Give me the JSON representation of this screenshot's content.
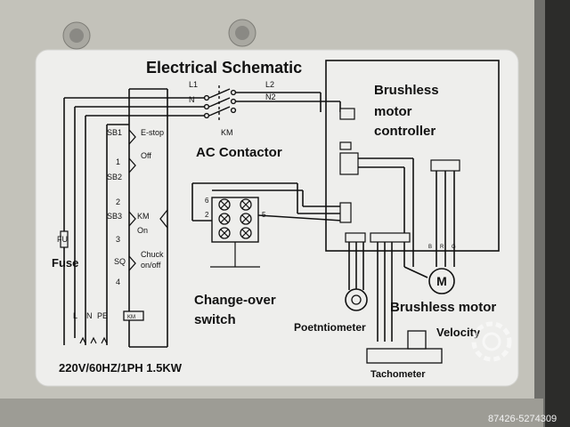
{
  "title": "Electrical Schematic",
  "contactor": {
    "label": "AC Contactor",
    "km": "KM",
    "l1": "L1",
    "l2": "L2",
    "n": "N",
    "n2": "N2"
  },
  "controller": {
    "line1": "Brushless",
    "line2": "motor",
    "line3": "controller"
  },
  "switches": {
    "sb1": "SB1",
    "estop": "E-stop",
    "n1": "1",
    "off": "Off",
    "sb2": "SB2",
    "n2": "2",
    "sb3": "SB3",
    "km": "KM",
    "on": "On",
    "n3": "3",
    "sq": "SQ",
    "chuck": "Chuck",
    "onoff": "on/off",
    "n4": "4",
    "km_coil": "KM"
  },
  "fuse": {
    "fu": "FU",
    "label": "Fuse"
  },
  "terminals": {
    "l": "L",
    "n": "N",
    "pe": "PE"
  },
  "changeover": {
    "line1": "Change-over",
    "line2": "switch",
    "t6": "6",
    "t2": "2",
    "t5": "5"
  },
  "components": {
    "pot": "Poetntiometer",
    "motor": "Brushless motor",
    "motor_symbol": "M",
    "velocity": "Velocity",
    "tacho": "Tachometer"
  },
  "motor_terms": {
    "b": "B",
    "r": "R",
    "g": "G"
  },
  "rating": "220V/60HZ/1PH  1.5KW",
  "watermark_id": "87426-5274309",
  "colors": {
    "panel": "#bcbbb3",
    "label": "#eeeeec",
    "ink": "#111111"
  }
}
